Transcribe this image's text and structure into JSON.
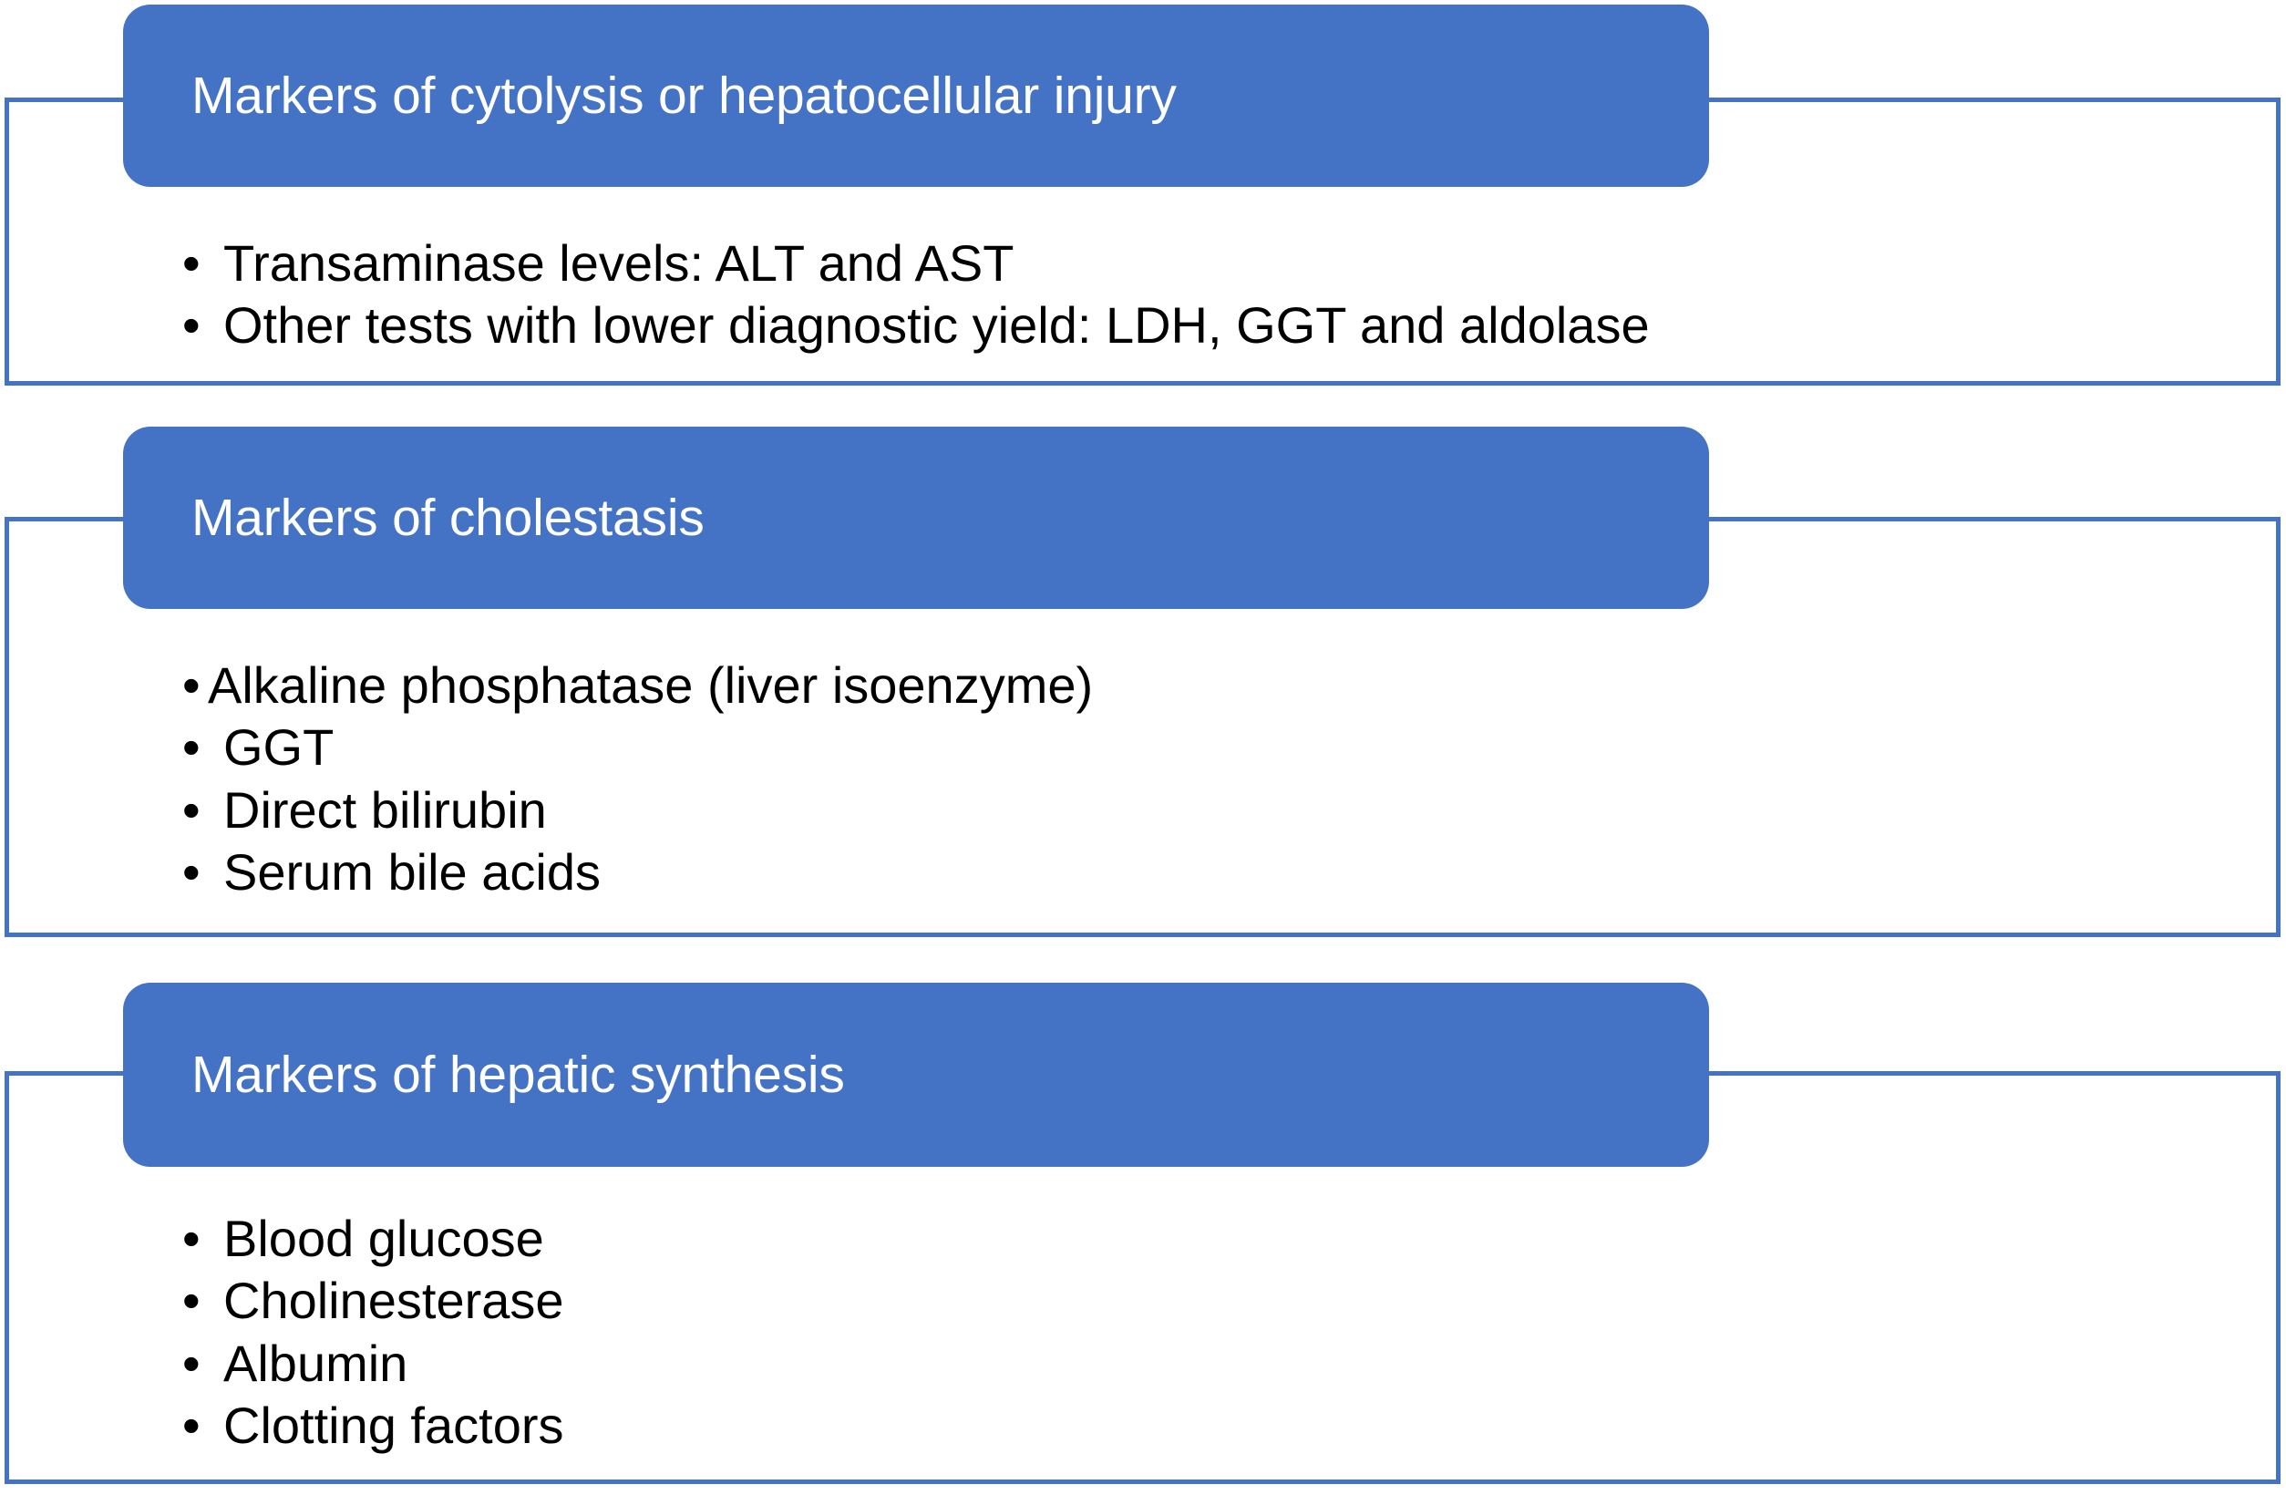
{
  "colors": {
    "accent_blue": "#4472C4",
    "header_text": "#FFFFFF",
    "body_text": "#000000",
    "background": "#FFFFFF"
  },
  "sections": [
    {
      "header": "Markers of cytolysis or hepatocellular injury",
      "bullets": [
        {
          "marker": "•",
          "text": "Transaminase levels: ALT and AST"
        },
        {
          "marker": "•",
          "text": "Other tests with lower diagnostic yield: LDH, GGT and aldolase"
        }
      ]
    },
    {
      "header": "Markers of cholestasis",
      "bullets": [
        {
          "marker": "•",
          "text": "Alkaline phosphatase  (liver isoenzyme)"
        },
        {
          "marker": "•",
          "text": "GGT"
        },
        {
          "marker": "•",
          "text": "Direct bilirubin"
        },
        {
          "marker": "•",
          "text": "Serum bile acids"
        }
      ]
    },
    {
      "header": "Markers of hepatic synthesis",
      "bullets": [
        {
          "marker": "•",
          "text": "Blood glucose"
        },
        {
          "marker": "•",
          "text": "Cholinesterase"
        },
        {
          "marker": "•",
          "text": "Albumin"
        },
        {
          "marker": "•",
          "text": "Clotting factors"
        }
      ]
    }
  ]
}
